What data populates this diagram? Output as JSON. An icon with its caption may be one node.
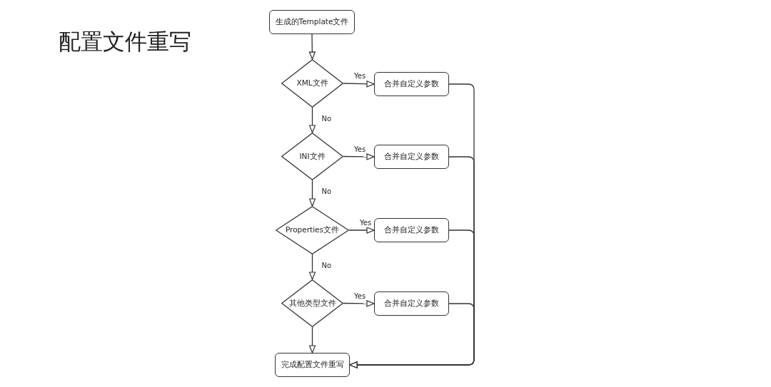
{
  "diagram": {
    "title": "配置文件重写",
    "nodes": [
      {
        "text": [
          "生成的Template文件"
        ]
      },
      {
        "text": [
          "XML文件"
        ]
      },
      {
        "text": [
          "合并自定义参数"
        ]
      },
      {
        "text": [
          "INI文件"
        ]
      },
      {
        "text": [
          "合并自定义参数"
        ]
      },
      {
        "text": [
          "Properties文件"
        ]
      },
      {
        "text": [
          "合并自定义参数"
        ]
      },
      {
        "text": [
          "其他类型文件"
        ]
      },
      {
        "text": [
          "合并自定义参数"
        ]
      },
      {
        "text": [
          "完成配置文件重写"
        ]
      }
    ],
    "edges": [
      {
        "from": 0,
        "to": 1,
        "arrow": "to"
      },
      {
        "from": 1,
        "to": 2,
        "arrow": "to",
        "label": "Yes"
      },
      {
        "from": 1,
        "to": 3,
        "arrow": "to",
        "label": "No"
      },
      {
        "from": 3,
        "to": 4,
        "arrow": "to",
        "label": "Yes"
      },
      {
        "from": 3,
        "to": 5,
        "arrow": "to",
        "label": "No"
      },
      {
        "from": 5,
        "to": 6,
        "arrow": "to",
        "label": "Yes"
      },
      {
        "from": 5,
        "to": 7,
        "arrow": "to",
        "label": "No"
      },
      {
        "from": 7,
        "to": 8,
        "arrow": "to",
        "label": "Yes"
      },
      {
        "from": 7,
        "to": 9,
        "arrow": "to"
      },
      {
        "from": 2,
        "to": 9,
        "arrow": "to"
      },
      {
        "from": 4,
        "to": 9,
        "arrow": "to"
      },
      {
        "from": 6,
        "to": 9,
        "arrow": "to"
      },
      {
        "from": 8,
        "to": 9,
        "arrow": "to"
      }
    ]
  }
}
